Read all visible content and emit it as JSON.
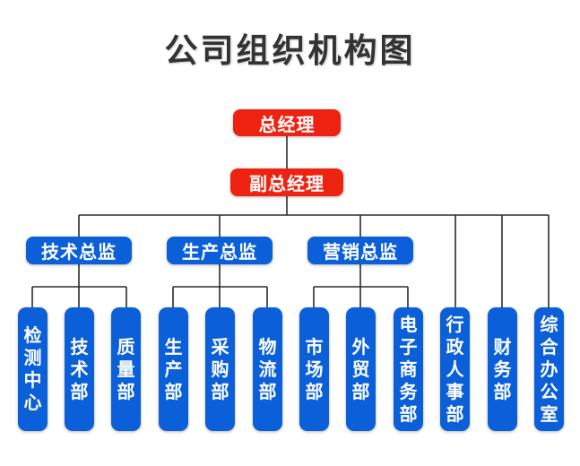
{
  "title": "公司组织机构图",
  "colors": {
    "executive_red": "#ee2211",
    "department_blue": "#0b5fd8",
    "connector_line": "#2b2b2b",
    "title_text": "#333333",
    "node_text": "#ffffff",
    "background": "#ffffff"
  },
  "org": {
    "general_manager": {
      "label": "总经理"
    },
    "deputy_general_manager": {
      "label": "副总经理"
    },
    "directors": [
      {
        "label": "技术总监"
      },
      {
        "label": "生产总监"
      },
      {
        "label": "营销总监"
      }
    ],
    "departments": [
      {
        "label": "检测中心",
        "reports_to": "技术总监"
      },
      {
        "label": "技术部",
        "reports_to": "技术总监"
      },
      {
        "label": "质量部",
        "reports_to": "技术总监"
      },
      {
        "label": "生产部",
        "reports_to": "生产总监"
      },
      {
        "label": "采购部",
        "reports_to": "生产总监"
      },
      {
        "label": "物流部",
        "reports_to": "生产总监"
      },
      {
        "label": "市场部",
        "reports_to": "营销总监"
      },
      {
        "label": "外贸部",
        "reports_to": "营销总监"
      },
      {
        "label": "电子商务部",
        "reports_to": "营销总监"
      },
      {
        "label": "行政人事部",
        "reports_to": "副总经理"
      },
      {
        "label": "财务部",
        "reports_to": "副总经理"
      },
      {
        "label": "综合办公室",
        "reports_to": "副总经理"
      }
    ]
  }
}
